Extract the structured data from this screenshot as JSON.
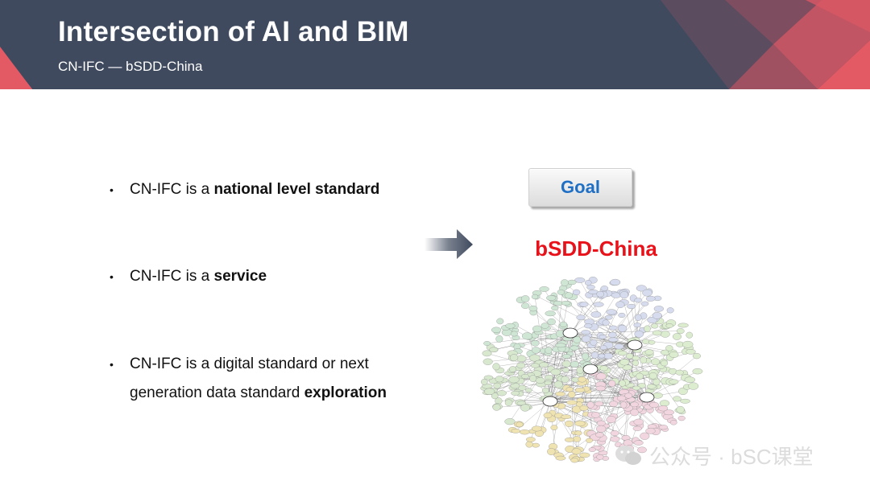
{
  "header": {
    "title": "Intersection of AI and BIM",
    "subtitle": "CN-IFC — bSDD-China",
    "colors": {
      "band": "#3f4a5e",
      "accent": "#e35a64"
    }
  },
  "bullets": [
    {
      "prefix": "CN-IFC is a ",
      "bold": "national level standard"
    },
    {
      "prefix": "CN-IFC is a ",
      "bold": "service"
    },
    {
      "line1": "CN-IFC is a digital standard or next",
      "prefix": "generation data standard ",
      "bold": "exploration"
    }
  ],
  "bullet_glyph": "•",
  "arrow_icon": "right-arrow-icon",
  "goal_button": {
    "label": "Goal",
    "color": "#1f6fc4"
  },
  "bsdd_title": {
    "text": "bSDD-China",
    "color": "#e8121b"
  },
  "network_image": {
    "icon": "ontology-network-graph"
  },
  "watermark": {
    "text": "公众号 · bSC课堂",
    "icon": "wechat-icon"
  }
}
